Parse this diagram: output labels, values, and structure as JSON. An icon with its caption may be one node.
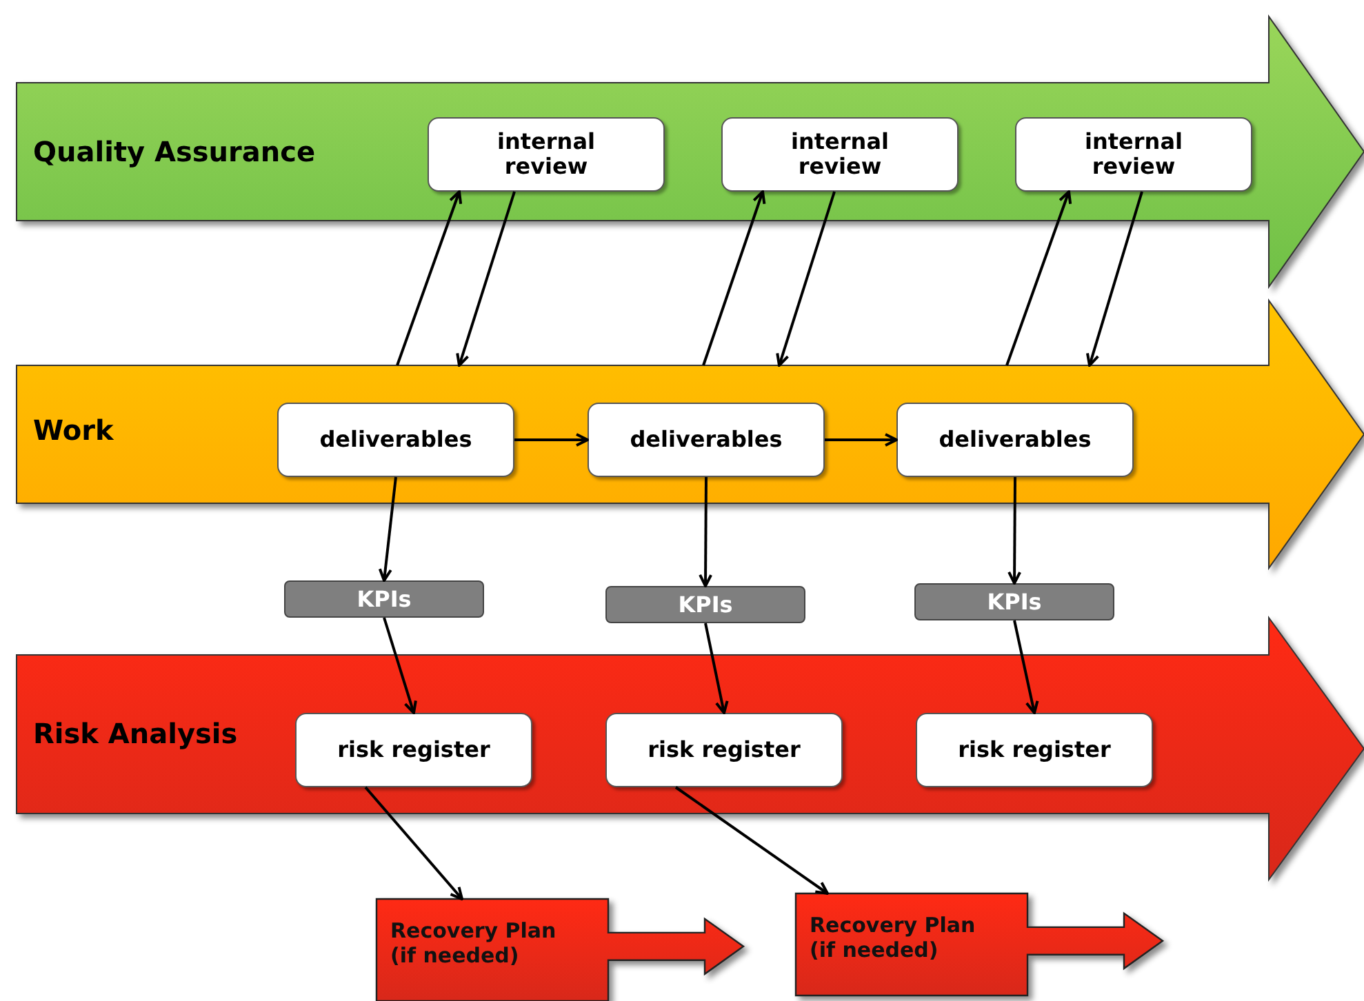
{
  "diagram": {
    "nodes": [
      {
        "text": [
          "Quality Assurance"
        ]
      },
      {
        "text": [
          "internal review"
        ],
        "in": 0
      },
      {
        "text": [
          "internal review"
        ],
        "in": 0
      },
      {
        "text": [
          "internal review"
        ],
        "in": 0
      },
      {
        "text": [
          "Work"
        ]
      },
      {
        "text": [
          "deliverables"
        ],
        "in": 4
      },
      {
        "text": [
          "deliverables"
        ],
        "in": 4
      },
      {
        "text": [
          "deliverables"
        ],
        "in": 4
      },
      {
        "text": [
          "KPIs"
        ]
      },
      {
        "text": [
          "KPIs"
        ]
      },
      {
        "text": [
          "KPIs"
        ]
      },
      {
        "text": [
          "Risk Analysis"
        ]
      },
      {
        "text": [
          "risk register"
        ],
        "in": 11
      },
      {
        "text": [
          "risk register"
        ],
        "in": 11
      },
      {
        "text": [
          "risk register"
        ],
        "in": 11
      },
      {
        "text": [
          "Recovery Plan (if needed)"
        ]
      },
      {
        "text": [
          "Recovery Plan (if needed)"
        ]
      }
    ],
    "edges": [
      {
        "from": 4,
        "to": 1,
        "arrow": "to"
      },
      {
        "from": 1,
        "to": 4,
        "arrow": "to"
      },
      {
        "from": 4,
        "to": 2,
        "arrow": "to"
      },
      {
        "from": 2,
        "to": 4,
        "arrow": "to"
      },
      {
        "from": 4,
        "to": 3,
        "arrow": "to"
      },
      {
        "from": 3,
        "to": 4,
        "arrow": "to"
      },
      {
        "from": 5,
        "to": 6,
        "arrow": "to"
      },
      {
        "from": 6,
        "to": 7,
        "arrow": "to"
      },
      {
        "from": 5,
        "to": 8,
        "arrow": "to"
      },
      {
        "from": 8,
        "to": 12,
        "arrow": "to"
      },
      {
        "from": 6,
        "to": 9,
        "arrow": "to"
      },
      {
        "from": 9,
        "to": 13,
        "arrow": "to"
      },
      {
        "from": 7,
        "to": 10,
        "arrow": "to"
      },
      {
        "from": 10,
        "to": 14,
        "arrow": "to"
      },
      {
        "from": 12,
        "to": 15,
        "arrow": "to"
      },
      {
        "from": 13,
        "to": 16,
        "arrow": "to"
      }
    ]
  }
}
